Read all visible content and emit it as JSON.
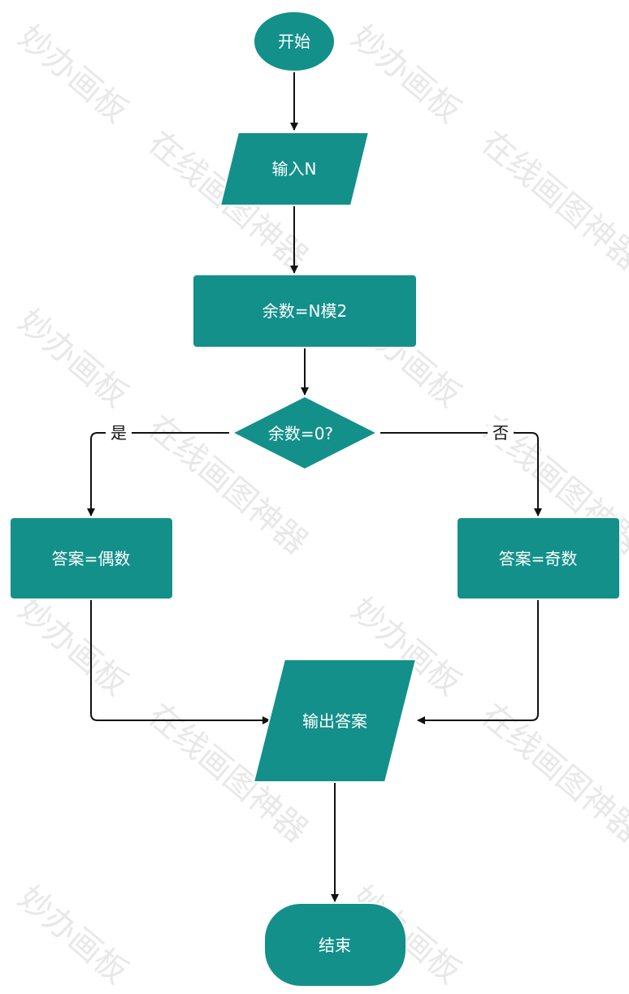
{
  "colors": {
    "node_fill": "#13908a",
    "node_stroke": "#ffffff",
    "edge": "#111111",
    "watermark": "#d9d9d9"
  },
  "watermark": {
    "line1": "妙办画板",
    "line2": "在线画图神器"
  },
  "nodes": {
    "start": "开始",
    "input": "输入N",
    "remainder": "余数=N模2",
    "decision": "余数=0?",
    "even": "答案=偶数",
    "odd": "答案=奇数",
    "output": "输出答案",
    "end": "结束"
  },
  "edge_labels": {
    "yes": "是",
    "no": "否"
  }
}
